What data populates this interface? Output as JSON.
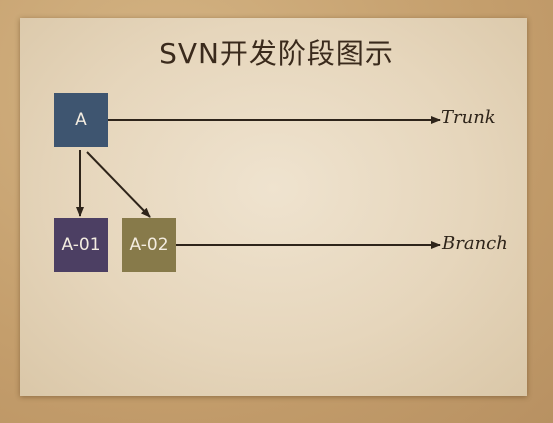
{
  "diagram": {
    "title": "SVN开发阶段图示",
    "nodes": {
      "a": "A",
      "a01": "A-01",
      "a02": "A-02"
    },
    "lines": {
      "trunk": "Trunk",
      "branch": "Branch"
    },
    "colors": {
      "node_a": "#3e5570",
      "node_a01": "#4c3f63",
      "node_a02": "#877a4a",
      "arrow": "#2e241a",
      "paper": "#e9dcc4"
    }
  }
}
